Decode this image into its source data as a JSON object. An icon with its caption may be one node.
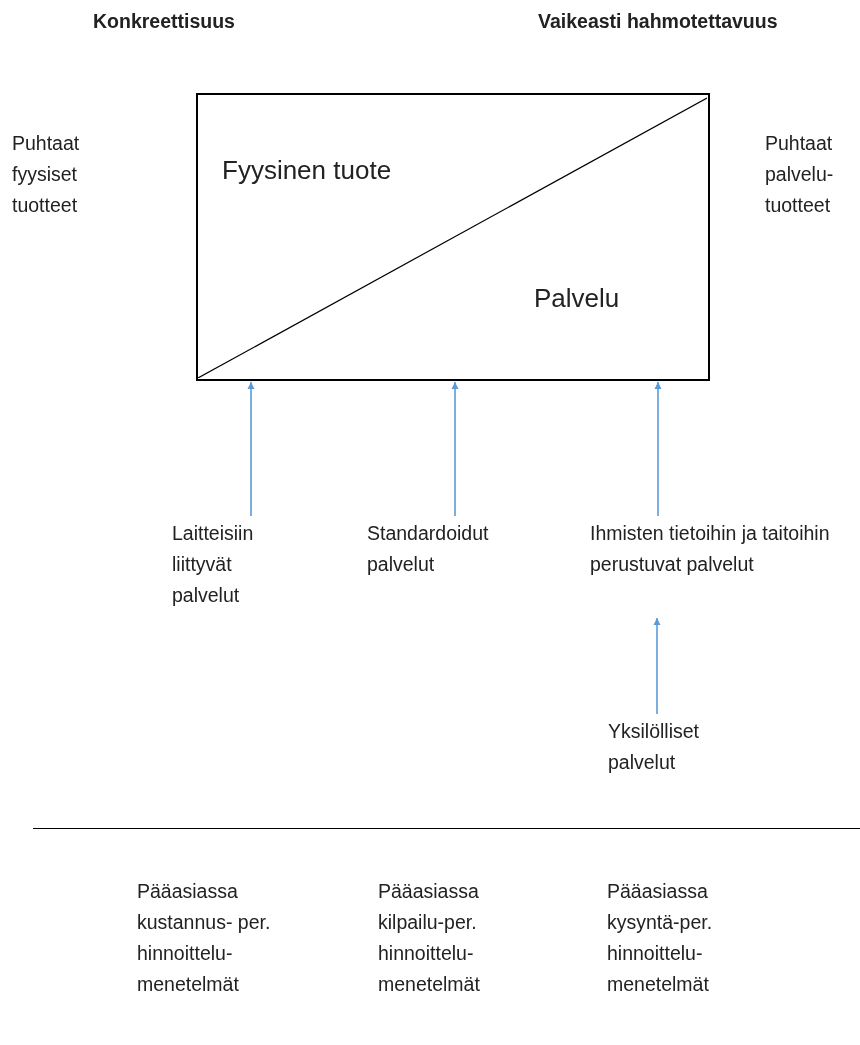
{
  "diagram": {
    "nodes": [
      {
        "text": [
          "Fyysinen tuote",
          "Palvelu"
        ]
      },
      {
        "text": [
          "Laitteisiin liittyvät palvelut"
        ]
      },
      {
        "text": [
          "Standardoidut palvelut"
        ]
      },
      {
        "text": [
          "Ihmisten tietoihin ja taitoihin perustuvat palvelut"
        ]
      },
      {
        "text": [
          "Yksilölliset palvelut"
        ]
      }
    ],
    "edges": [
      {
        "from": 1,
        "to": 0,
        "arrow": "to"
      },
      {
        "from": 2,
        "to": 0,
        "arrow": "to"
      },
      {
        "from": 3,
        "to": 0,
        "arrow": "to"
      },
      {
        "from": 4,
        "to": 3,
        "arrow": "to"
      }
    ],
    "labels": [
      "Konkreettisuus",
      "Vaikeasti hahmotettavuus",
      "Puhtaat fyysiset tuotteet",
      "Puhtaat palvelu- tuotteet",
      "Pääasiassa kustannus- per. hinnoittelu- menetelmät",
      "Pääasiassa kilpailu-per. hinnoittelu- menetelmät",
      "Pääasiassa kysyntä-per. hinnoittelu- menetelmät"
    ]
  }
}
